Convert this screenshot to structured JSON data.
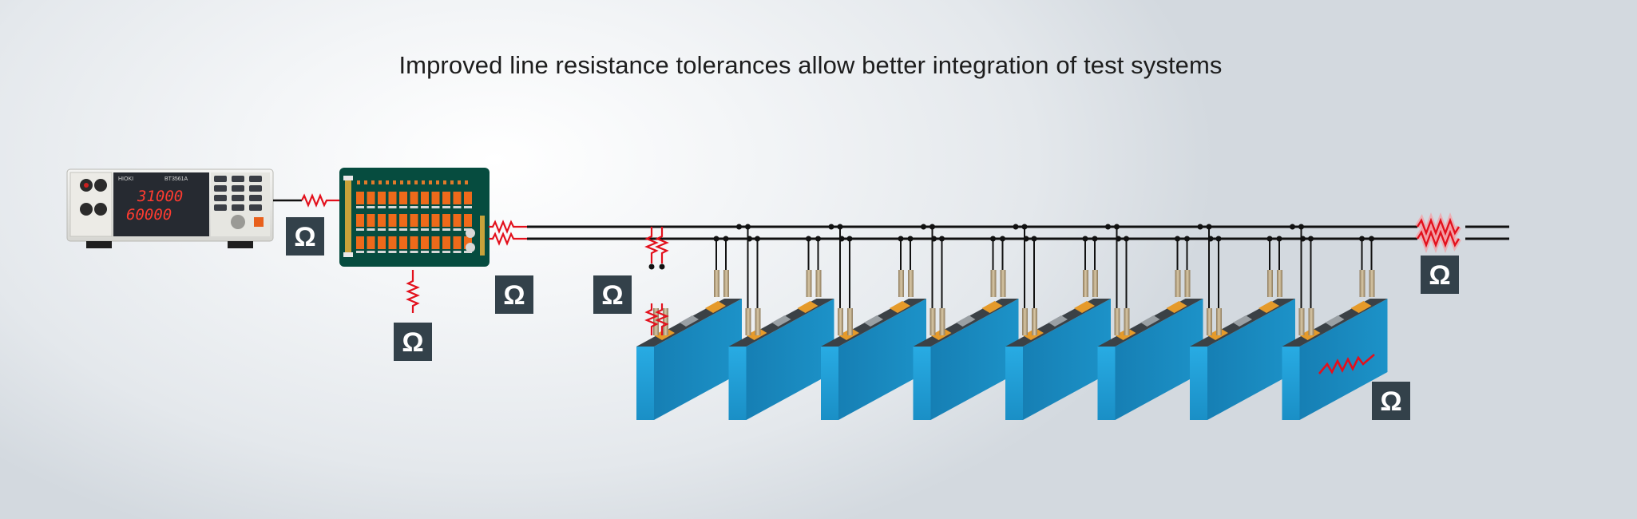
{
  "title": "Improved line resistance tolerances allow better integration of test systems",
  "meter": {
    "brand": "HIOKI",
    "model": "BT3561A",
    "readout_top": "31000",
    "readout_bottom": "60000"
  },
  "ohm_symbol": "Ω",
  "colors": {
    "resistor": "#e3101c",
    "ohm_badge": "#33414a",
    "cell_front": "#1f9fd6",
    "cell_top": "#3b4146",
    "board": "#064c3f",
    "relay": "#ee6a1a",
    "wire": "#111111"
  },
  "icons": [
    "ohm-badge-icon",
    "resistor-icon",
    "battery-cell-icon",
    "multiplexer-board-icon",
    "battery-tester-icon"
  ]
}
